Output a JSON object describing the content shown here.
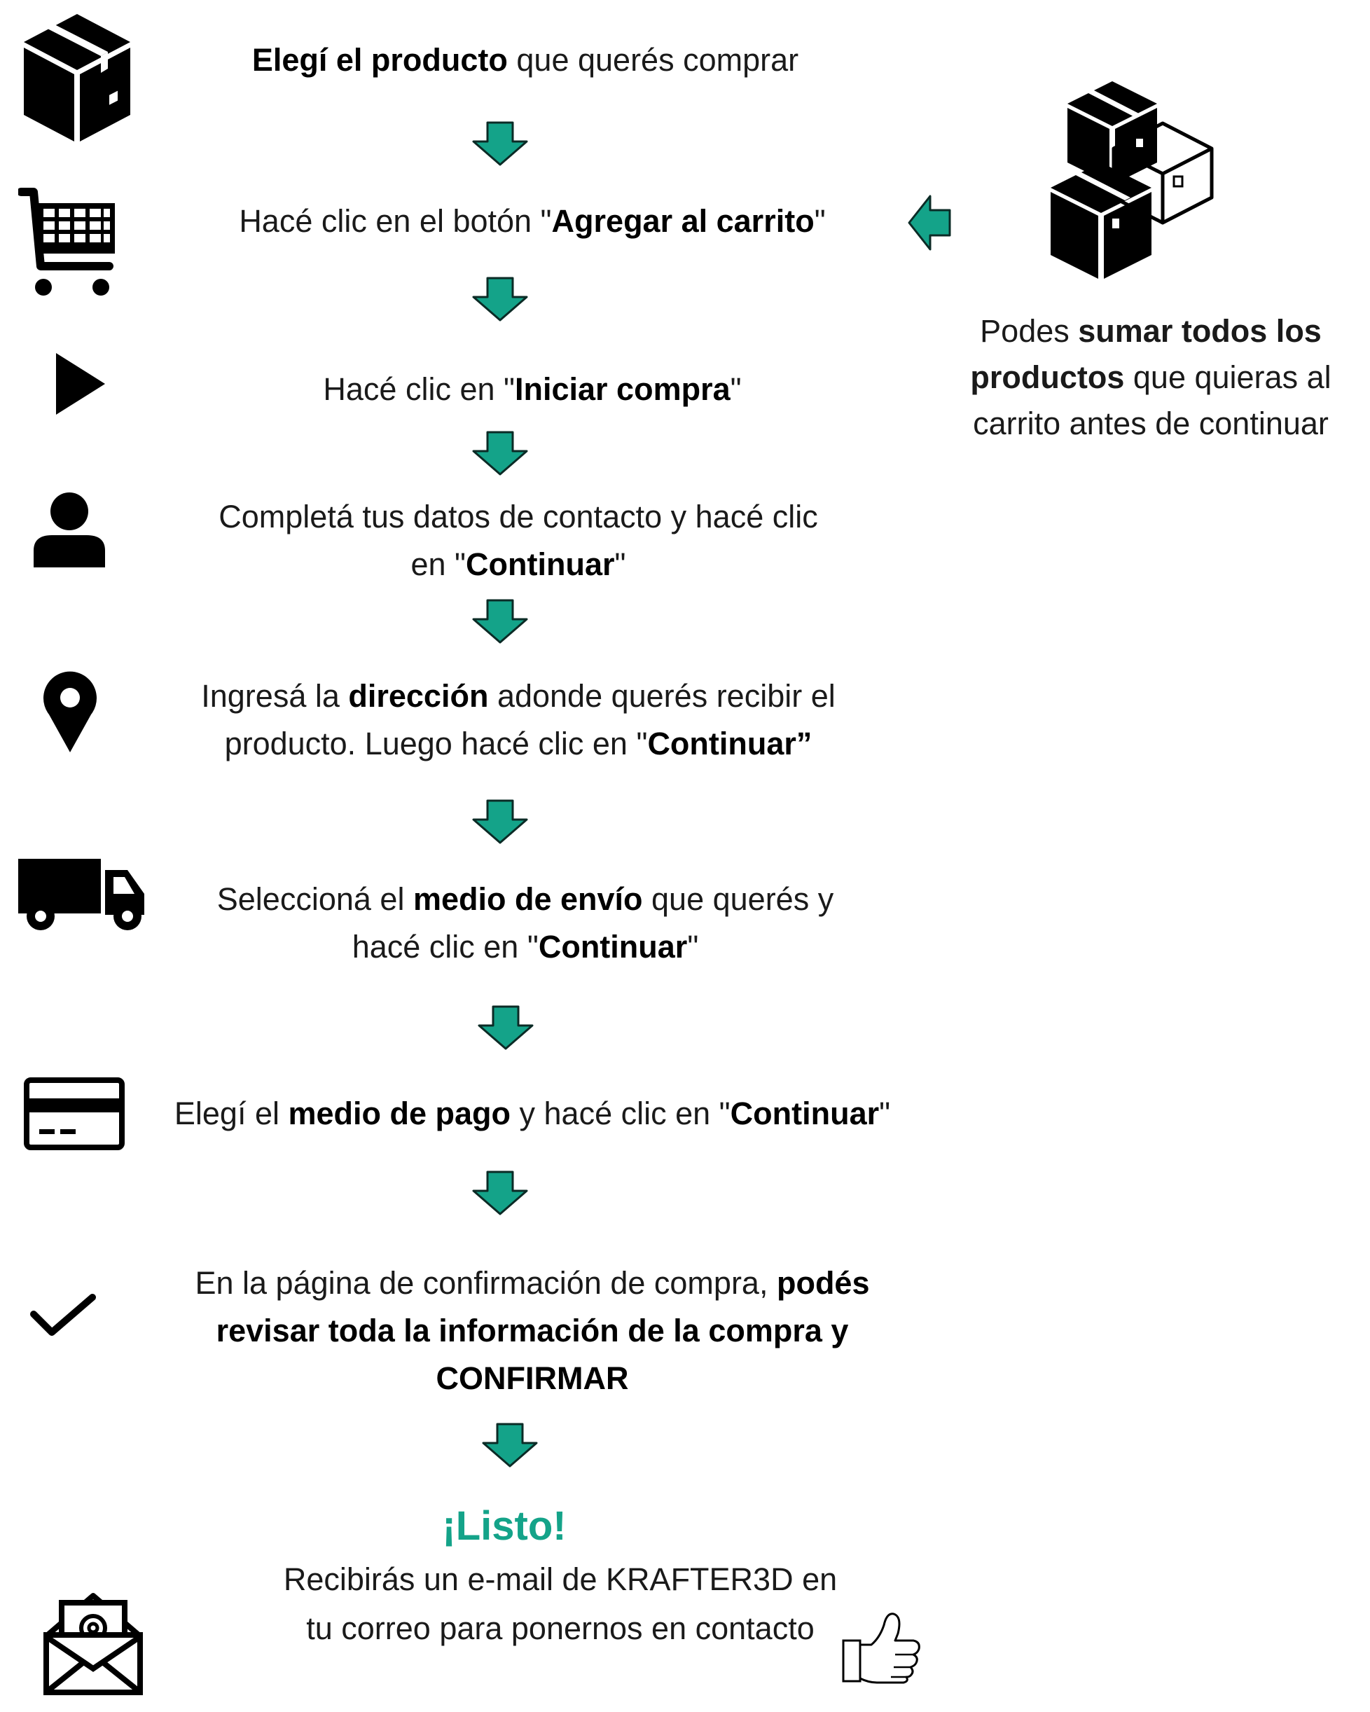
{
  "colors": {
    "arrow_fill": "#14a389",
    "arrow_stroke": "#0b2b26",
    "accent_text": "#14a389",
    "icon": "#000000"
  },
  "steps": [
    {
      "icon": "box-icon",
      "bold1": "Elegí el producto",
      "text1": " que querés comprar"
    },
    {
      "icon": "shopping-cart-icon",
      "text1": "Hacé clic en el botón \"",
      "bold1": "Agregar al carrito",
      "text2": "\""
    },
    {
      "icon": "play-icon",
      "text1": "Hacé clic en \"",
      "bold1": "Iniciar compra",
      "text2": "\""
    },
    {
      "icon": "user-icon",
      "line1": "Completá tus datos de contacto y hacé clic",
      "text1": "en \"",
      "bold1": "Continuar",
      "text2": "\""
    },
    {
      "icon": "location-pin-icon",
      "text1": "Ingresá la ",
      "bold1": "dirección",
      "text2": " adonde querés recibir el",
      "text3": "producto. Luego hacé clic en \"",
      "bold2": "Continuar”"
    },
    {
      "icon": "truck-icon",
      "text1": "Seleccioná el ",
      "bold1": "medio de envío",
      "text2": " que querés y",
      "text3": "hacé clic en \"",
      "bold2": "Continuar",
      "text4": "\""
    },
    {
      "icon": "credit-card-icon",
      "text1": "Elegí el ",
      "bold1": "medio de pago",
      "text2": " y hacé clic en \"",
      "bold2": "Continuar",
      "text3": "\""
    },
    {
      "icon": "checkmark-icon",
      "text1": "En la página de confirmación de compra, ",
      "bold1": "podés",
      "bold2": "revisar toda la información de la compra y",
      "bold3": "CONFIRMAR"
    }
  ],
  "side_note": {
    "icon": "stacked-boxes-icon",
    "text1": "Podes ",
    "bold1": "sumar todos los",
    "bold2": "productos",
    "text2": " que quieras al",
    "text3": "carrito antes de continuar"
  },
  "final": {
    "heading": "¡Listo!",
    "line1": "Recibirás un e-mail de KRAFTER3D en",
    "line2": "tu correo para ponernos en contacto",
    "icons": [
      "email-envelope-icon",
      "thumbs-up-icon"
    ]
  }
}
